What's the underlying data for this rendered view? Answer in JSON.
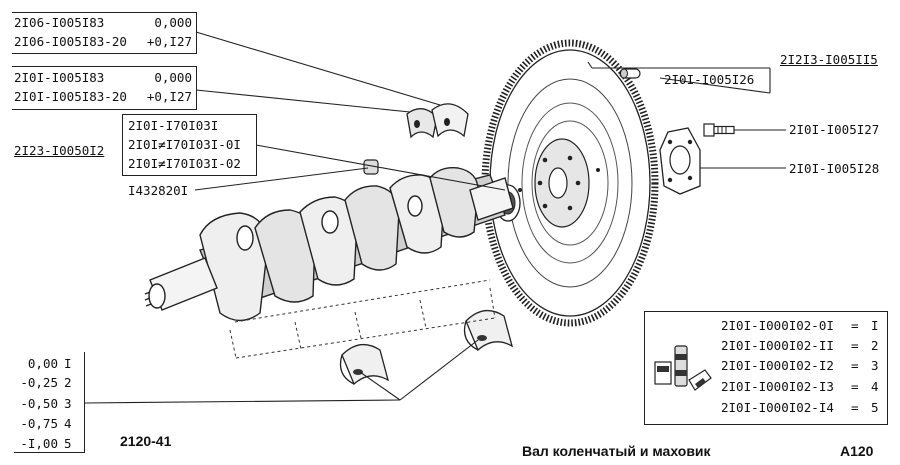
{
  "shell_upper": {
    "code": "2I06-I005I83",
    "code_alt": "2I06-I005I83-20",
    "size_nominal": "0,000",
    "size_repair": "+0,I27"
  },
  "shell_lower": {
    "code": "2I0I-I005I83",
    "code_alt": "2I0I-I005I83-20",
    "size_nominal": "0,000",
    "size_repair": "+0,I27"
  },
  "thrust_washer": "2I23-I0050I2",
  "crankshaft_codes": [
    "2I0I-I70I03I",
    "2I0I≠I70I03I-0I",
    "2I0I≠I70I03I-02"
  ],
  "plug": "I432820I",
  "flywheel": "2I2I3-I005II5",
  "dowel": "2I0I-I005I26",
  "bolt": "2I0I-I005I27",
  "washer": "2I0I-I005I28",
  "bearing_sizes": [
    {
      "value": "0,00",
      "index": "I"
    },
    {
      "value": "-0,25",
      "index": "2"
    },
    {
      "value": "-0,50",
      "index": "3"
    },
    {
      "value": "-0,75",
      "index": "4"
    },
    {
      "value": "-I,00",
      "index": "5"
    }
  ],
  "bearing_set": [
    {
      "code": "2I0I-I000I02-0I",
      "eq": "=",
      "val": "I"
    },
    {
      "code": "2I0I-I000I02-II",
      "eq": "=",
      "val": "2"
    },
    {
      "code": "2I0I-I000I02-I2",
      "eq": "=",
      "val": "3"
    },
    {
      "code": "2I0I-I000I02-I3",
      "eq": "=",
      "val": "4"
    },
    {
      "code": "2I0I-I000I02-I4",
      "eq": "=",
      "val": "5"
    }
  ],
  "footer": {
    "model": "2120-41",
    "title": "Вал коленчатый и маховик",
    "page": "A120"
  }
}
